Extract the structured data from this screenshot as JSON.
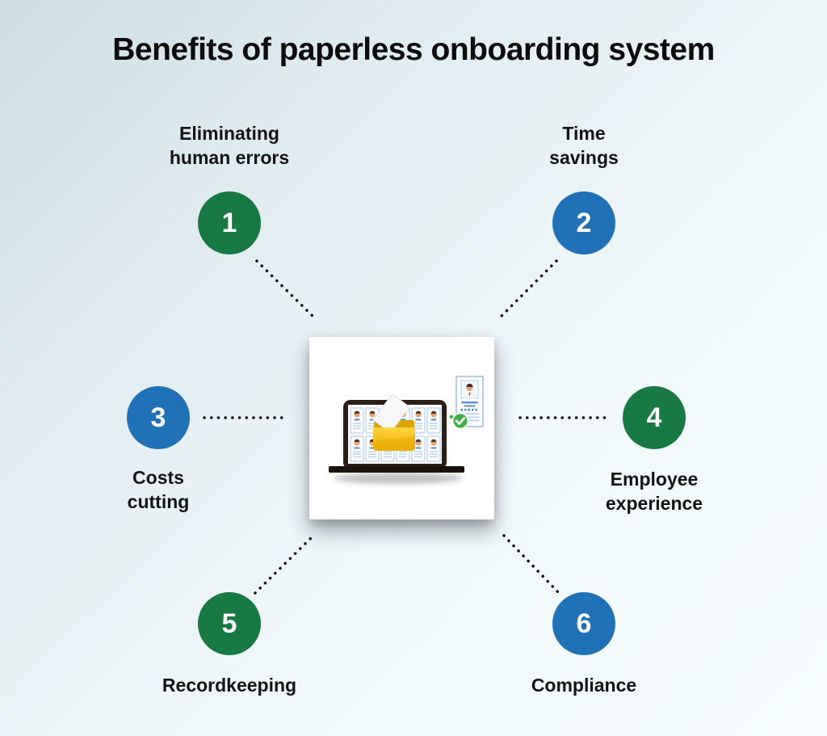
{
  "title": "Benefits of paperless onboarding system",
  "colors": {
    "green": "#187a42",
    "blue": "#2071b5",
    "connector_dot": "#111111",
    "background_start": "#cddee4",
    "background_end": "#f6fcfe",
    "label_text": "#141414",
    "folder_yellow": "#f2b90d"
  },
  "benefits": [
    {
      "number": "1",
      "lines": [
        "Eliminating",
        "human errors"
      ],
      "color": "#187a42",
      "label_position": "above"
    },
    {
      "number": "2",
      "lines": [
        "Time",
        "savings"
      ],
      "color": "#2071b5",
      "label_position": "above"
    },
    {
      "number": "3",
      "lines": [
        "Costs",
        "cutting"
      ],
      "color": "#2071b5",
      "label_position": "below"
    },
    {
      "number": "4",
      "lines": [
        "Employee",
        "experience"
      ],
      "color": "#187a42",
      "label_position": "below"
    },
    {
      "number": "5",
      "lines": [
        "Recordkeeping"
      ],
      "color": "#187a42",
      "label_position": "below"
    },
    {
      "number": "6",
      "lines": [
        "Compliance"
      ],
      "color": "#2071b5",
      "label_position": "below"
    }
  ],
  "center_card": {
    "illustration": "laptop-with-employee-profile-cards",
    "elements": {
      "laptop": "laptop-screen-profile-grid",
      "folder": "yellow-folder-receiving-document",
      "document": "white-paper-sheet",
      "resume": "employee-resume-card",
      "checkmark": "green-approved-checkmark"
    }
  }
}
